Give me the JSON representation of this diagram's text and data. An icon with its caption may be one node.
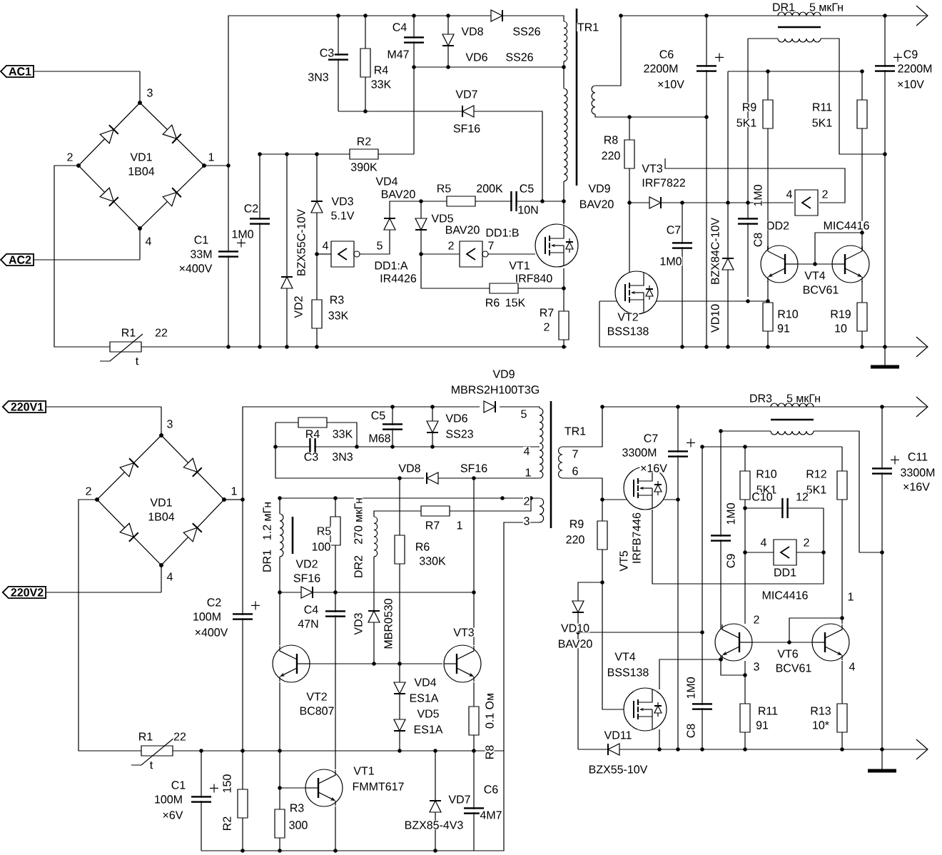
{
  "diagram": {
    "nodes": [
      {
        "text": [
          "AC1"
        ]
      },
      {
        "text": [
          "AC2"
        ]
      },
      {
        "text": [
          "220V1"
        ]
      },
      {
        "text": [
          "220V2"
        ]
      }
    ],
    "labels": [
      "3",
      "2",
      "VD1",
      "1B04",
      "1",
      "4",
      "C1",
      "33M",
      "×400V",
      "C2",
      "1M0",
      "BZX55C-10V",
      "VD2",
      "R1",
      "22",
      "t",
      "C3",
      "3N3",
      "R4",
      "33K",
      "C4",
      "M47",
      "VD8",
      "SS26",
      "VD6",
      "SS26",
      "VD7",
      "SF16",
      "R2",
      "390K",
      "VD3",
      "5.1V",
      "VD4",
      "BAV20",
      "R5",
      "200K",
      "C5",
      "VD5",
      "10N",
      "BAV20",
      "4",
      "5",
      "DD1:A",
      "IR4426",
      "2",
      "DD1:B",
      "7",
      "VT1",
      "IRF840",
      "R3",
      "33K",
      "R6",
      "15K",
      "R7",
      "2",
      "TR1",
      "DR1",
      "5 мкГн",
      "C6",
      "2200M",
      "×10V",
      "C9",
      "2200M",
      "×10V",
      "R9",
      "5K1",
      "R11",
      "5K1",
      "R8",
      "220",
      "VT3",
      "IRF7822",
      "VD9",
      "BAV20",
      "1M0",
      "4",
      "2",
      "C7",
      "1M0",
      "C8",
      "DD2",
      "MIC4416",
      "BZX84C-10V",
      "VT4",
      "BCV61",
      "VD10",
      "R10",
      "91",
      "R19",
      "10",
      "VT2",
      "BSS138",
      "VD9",
      "MBRS2H100T3G",
      "3",
      "2",
      "VD1",
      "1B04",
      "1",
      "4",
      "R4",
      "33K",
      "C3",
      "3N3",
      "C5",
      "M68",
      "VD6",
      "SS23",
      "5",
      "TR1",
      "4",
      "7",
      "VD8",
      "SF16",
      "1",
      "6",
      "2",
      "3",
      "DR1",
      "1.2 мГн",
      "R5",
      "100",
      "DR2",
      "270 мкГн",
      "R7",
      "1",
      "R6",
      "330K",
      "R9",
      "220",
      "C7",
      "3300M",
      "×16V",
      "C11",
      "3300M",
      "×16V",
      "DR3",
      "5 мкГн",
      "R10",
      "5K1",
      "R12",
      "5K1",
      "C10",
      "12",
      "1M0",
      "C9",
      "4",
      "2",
      "VT5",
      "IRFB7446",
      "DD1",
      "MIC4416",
      "C2",
      "100M",
      "×400V",
      "VD2",
      "SF16",
      "C4",
      "47N",
      "VD3",
      "MBR0530",
      "VT3",
      "VD10",
      "BAV20",
      "1",
      "2",
      "VT6",
      "3",
      "BCV61",
      "4",
      "VT4",
      "BSS138",
      "VT2",
      "BC807",
      "VD4",
      "ES1A",
      "VD5",
      "ES1A",
      "R8",
      "0.1 Ом",
      "C8",
      "1M0",
      "R11",
      "91",
      "R13",
      "10*",
      "R1",
      "22",
      "VD11",
      "t",
      "VT1",
      "BZX55-10V",
      "C1",
      "150",
      "FMMT617",
      "C6",
      "100M",
      "VD7",
      "R3",
      "×6V",
      "4M7",
      "R2",
      "300",
      "BZX85-4V3"
    ]
  }
}
